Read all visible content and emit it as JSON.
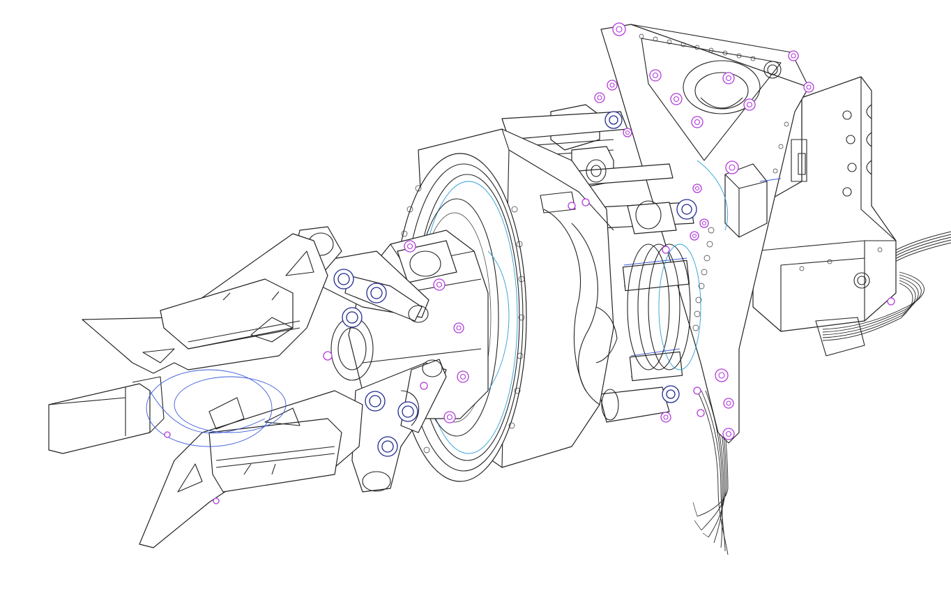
{
  "drawing": {
    "background": "#ffffff",
    "line_color": "#222222",
    "accent_colors": {
      "fasteners": "#b13ad8",
      "bearings": "#1f2a8c",
      "construction_lines": "#3a5bd9",
      "hidden_lines": "#2a9fd6"
    },
    "parts": [
      "gripper-finger-upper",
      "gripper-finger-lower",
      "gripper-finger-front",
      "finger-linkage-upper",
      "finger-linkage-lower",
      "gripper-hub",
      "bearing-flange-ring",
      "motor-housing",
      "spacer-rods",
      "triangular-mount-plate",
      "wrist-mount-block",
      "cable-harness"
    ]
  }
}
